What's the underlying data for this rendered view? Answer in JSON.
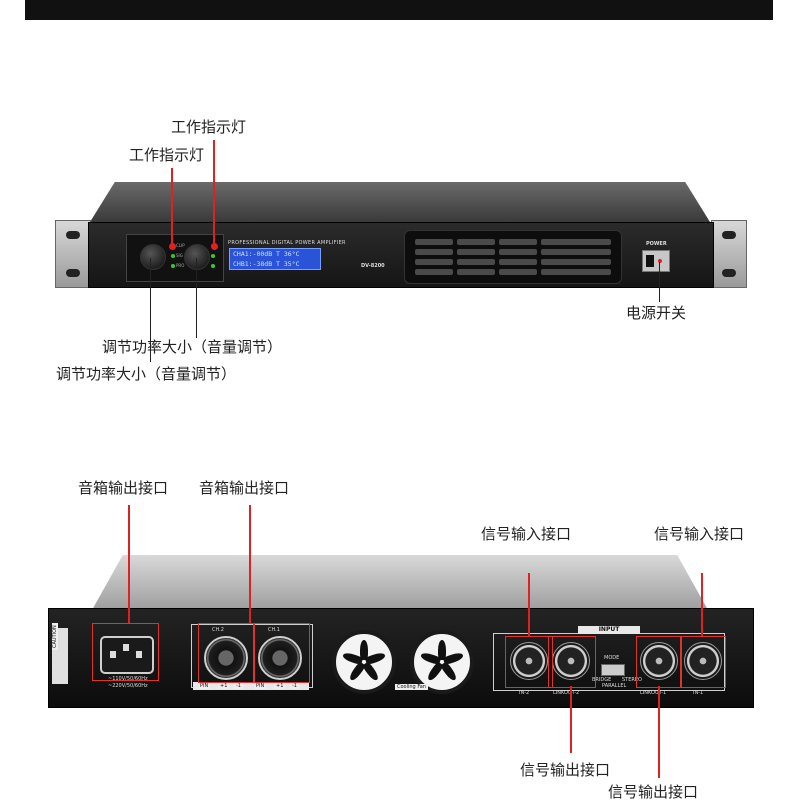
{
  "front_labels": {
    "indicator_1": "工作指示灯",
    "indicator_2": "工作指示灯",
    "power_switch": "电源开关",
    "volume_1": "调节功率大小（音量调节）",
    "volume_2": "调节功率大小（音量调节）"
  },
  "front_panel": {
    "panel_title": "PROFESSIONAL DIGITAL POWER AMPLIFIER",
    "lcd_line1": "CHA1:-00dB  T 36°C",
    "lcd_line2": "CHB1:-38dB  T 35°C",
    "model": "DV-8200",
    "power_label": "POWER",
    "led_clip": "CLIP",
    "led_sig": "SIG",
    "led_prot": "PRO"
  },
  "rear_labels": {
    "speaker_out_1": "音箱输出接口",
    "speaker_out_2": "音箱输出接口",
    "signal_in_1": "信号输入接口",
    "signal_in_2": "信号输入接口",
    "signal_out_1": "信号输出接口",
    "signal_out_2": "信号输出接口"
  },
  "rear_panel": {
    "ch2": "CH.2",
    "ch1": "CH.1",
    "pin": "PIN",
    "plus1": "+1",
    "minus1": "-1",
    "cooling_fan": "Cooling Fan",
    "input": "INPUT",
    "in2": "IN-2",
    "in1": "IN-1",
    "linkout2": "LINKOUT-2",
    "linkout1": "LINKOUT-1",
    "mode": "MODE",
    "bridge": "BRIDGE",
    "stereo": "STEREO",
    "parallel": "PARALLEL",
    "volt_110": "~110V/50/60Hz",
    "volt_220": "~220V/50/60Hz",
    "caution": "CAUTION"
  },
  "colors": {
    "callout_red": "#dd2222",
    "chassis": "#1a1a1a",
    "lcd_blue": "#2a53d8"
  }
}
